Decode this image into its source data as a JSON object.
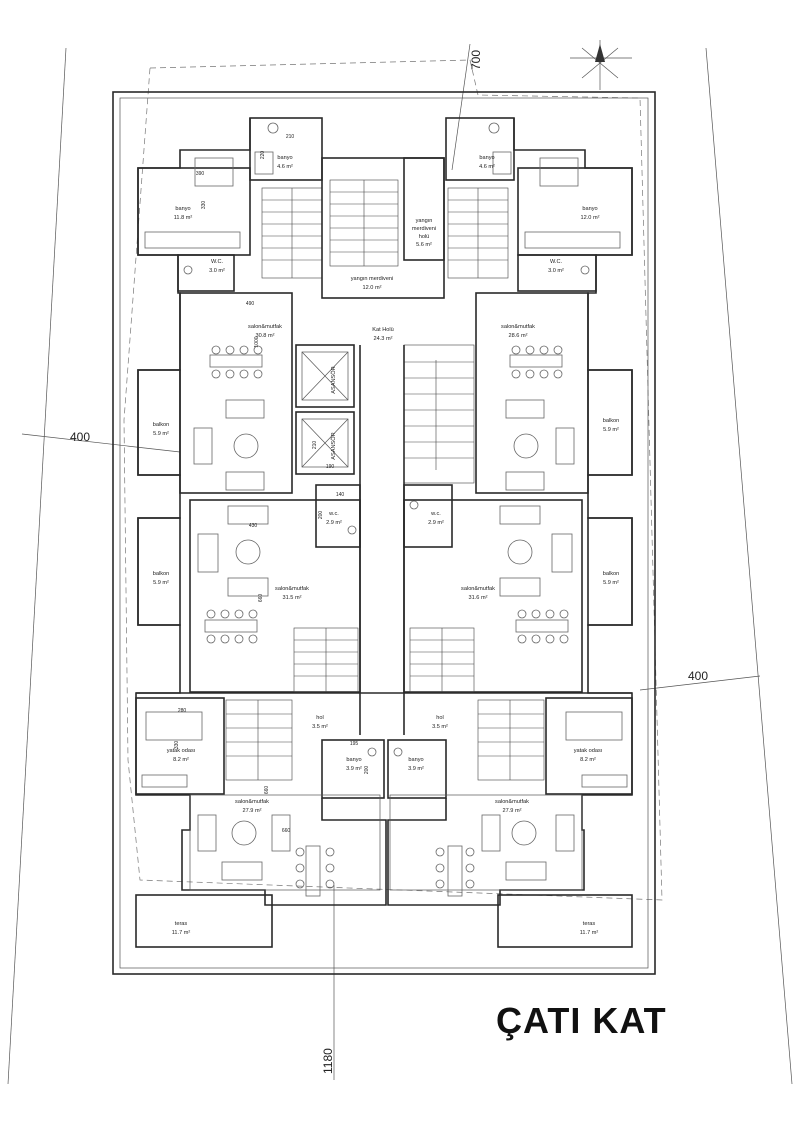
{
  "title": "ÇATI KAT",
  "dimensions": {
    "top_right": "700",
    "left": "400",
    "right": "400",
    "bottom": "1180"
  },
  "rooms": {
    "banyo_tl": {
      "name": "banyo",
      "area": "4.6 m²"
    },
    "banyo_tr": {
      "name": "banyo",
      "area": "4.6 m²"
    },
    "banyo_ul": {
      "name": "banyo",
      "area": "11.8 m²"
    },
    "banyo_ur": {
      "name": "banyo",
      "area": "12.0 m²"
    },
    "wc_ul": {
      "name": "W.C.",
      "area": "3.0 m²"
    },
    "wc_ur": {
      "name": "W.C.",
      "area": "3.0 m²"
    },
    "yangin_holu": {
      "name1": "yangın",
      "name2": "merdiveni",
      "name3": "holü",
      "area": "5.6 m²"
    },
    "yangin_merdiveni": {
      "name": "yangın merdiveni",
      "area": "12.0 m²"
    },
    "kat_holu": {
      "name": "Kat Holü",
      "area": "24.3 m²"
    },
    "salon_ul": {
      "name": "salon&mutfak",
      "area": "30.8 m²"
    },
    "salon_ur": {
      "name": "salon&mutfak",
      "area": "28.6 m²"
    },
    "balkon_1": {
      "name": "balkon",
      "area": "5.9 m²"
    },
    "balkon_2": {
      "name": "balkon",
      "area": "5.9 m²"
    },
    "balkon_3": {
      "name": "balkon",
      "area": "5.9 m²"
    },
    "balkon_4": {
      "name": "balkon",
      "area": "5.9 m²"
    },
    "wc_ml": {
      "name": "w.c.",
      "area": "2.9 m²"
    },
    "wc_mr": {
      "name": "w.c.",
      "area": "2.9 m²"
    },
    "salon_ml": {
      "name": "salon&mutfak",
      "area": "31.5 m²"
    },
    "salon_mr": {
      "name": "salon&mutfak",
      "area": "31.6 m²"
    },
    "hol_l": {
      "name": "hol",
      "area": "3.5 m²"
    },
    "hol_r": {
      "name": "hol",
      "area": "3.5 m²"
    },
    "yatak_l": {
      "name": "yatak odası",
      "area": "8.2 m²"
    },
    "yatak_r": {
      "name": "yatak odası",
      "area": "8.2 m²"
    },
    "banyo_bl": {
      "name": "banyo",
      "area": "3.9 m²"
    },
    "banyo_br": {
      "name": "banyo",
      "area": "3.9 m²"
    },
    "salon_ll": {
      "name": "salon&mutfak",
      "area": "27.9 m²"
    },
    "salon_lr": {
      "name": "salon&mutfak",
      "area": "27.9 m²"
    },
    "teras_l": {
      "name": "teras",
      "area": "11.7 m²"
    },
    "teras_r": {
      "name": "teras",
      "area": "11.7 m²"
    },
    "asansor_1": {
      "name": "ASANSÖR"
    },
    "asansor_2": {
      "name": "ASANSÖR"
    }
  },
  "inner_dims": {
    "d210a": "210",
    "d220": "220",
    "d390": "390",
    "d330": "330",
    "d490": "490",
    "d1000": "1000",
    "d210b": "210",
    "d190": "190",
    "d140": "140",
    "d200": "200",
    "d430": "430",
    "d660a": "660",
    "d280": "280",
    "d330b": "330",
    "d195": "195",
    "d200b": "200",
    "d660b": "660",
    "d660c": "660"
  }
}
